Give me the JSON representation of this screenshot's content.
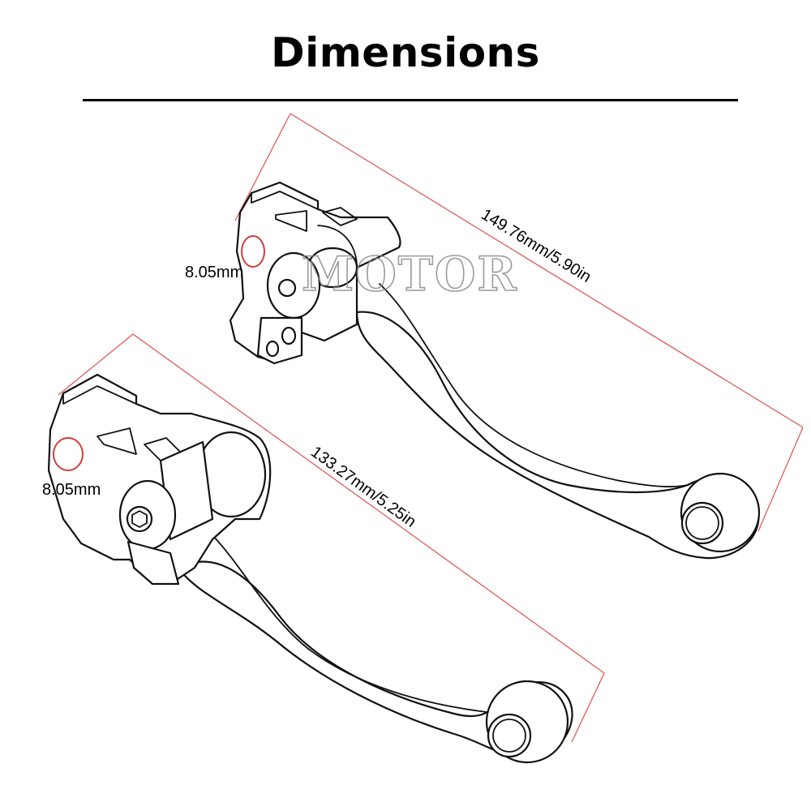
{
  "title": "Dimensions",
  "watermark": "MOTOR",
  "colors": {
    "dimension_line": "#e05050",
    "outline": "#111111",
    "watermark": "#8a8a8a"
  },
  "levers": [
    {
      "name": "upper-lever",
      "length_label": "149.76mm/5.90in",
      "hole_label": "8.05mm"
    },
    {
      "name": "lower-lever",
      "length_label": "133.27mm/5.25in",
      "hole_label": "8.05mm"
    }
  ]
}
